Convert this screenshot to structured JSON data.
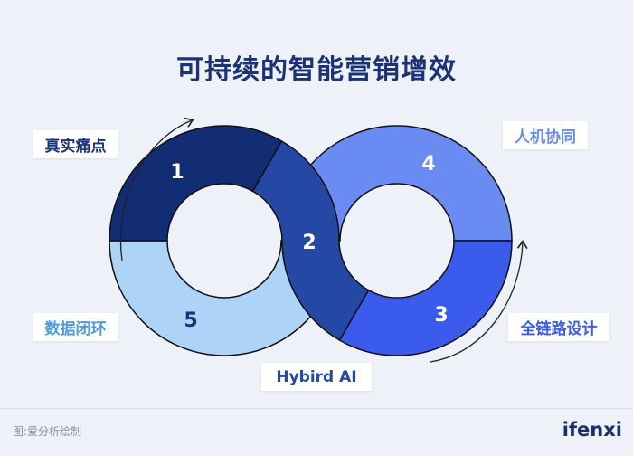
{
  "title": "可持续的智能营销增效",
  "segments": [
    {
      "id": "1",
      "number": "1",
      "label": "真实痛点",
      "color": "#132D74",
      "number_color": "#FFFFFF",
      "label_color": "#1A3376"
    },
    {
      "id": "2",
      "number": "2",
      "label": "Hybird AI",
      "color": "#2448A3",
      "number_color": "#FFFFFF",
      "label_color": "#2448A3"
    },
    {
      "id": "3",
      "number": "3",
      "label": "全链路设计",
      "color": "#3A5BEC",
      "number_color": "#FFFFFF",
      "label_color": "#3A5BEC"
    },
    {
      "id": "4",
      "number": "4",
      "label": "人机协同",
      "color": "#6A8CF2",
      "number_color": "#FFFFFF",
      "label_color": "#6A8CF2"
    },
    {
      "id": "5",
      "number": "5",
      "label": "数据闭环",
      "color": "#ADD3F7",
      "number_color": "#1A3376",
      "label_color": "#4A9AE6"
    }
  ],
  "footer": {
    "caption": "图:爱分析绘制",
    "logo": "ifenxi"
  },
  "colors": {
    "background": "#EEF1F7",
    "title": "#1A3376"
  }
}
